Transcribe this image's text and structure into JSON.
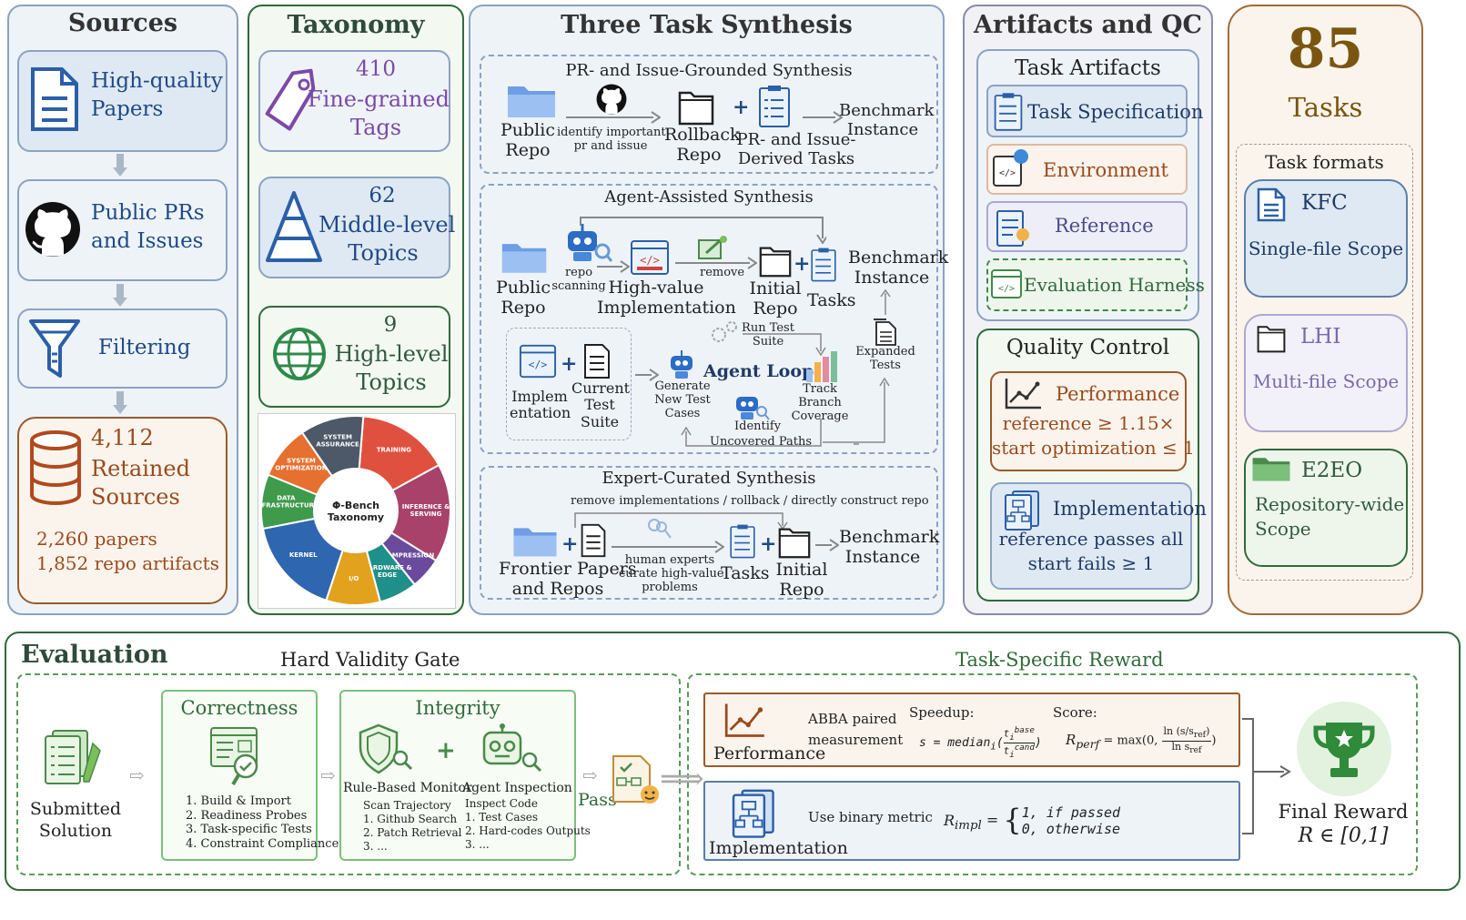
{
  "sources": {
    "title": "Sources",
    "papers": "High-quality\nPapers",
    "prs": "Public PRs\nand Issues",
    "filtering": "Filtering",
    "retained_count": "4,112",
    "retained_label": "Retained\nSources",
    "papers_count": "2,260 papers",
    "repo_count": "1,852 repo artifacts"
  },
  "taxonomy": {
    "title": "Taxonomy",
    "tags_num": "410",
    "tags_label": "Fine-grained\nTags",
    "mid_num": "62",
    "mid_label": "Middle-level\nTopics",
    "high_num": "9",
    "high_label": "High-level\nTopics",
    "wheel_center": "Φ-Bench\nTaxonomy",
    "wheel_segments": [
      "TRAINING",
      "INFERENCE & SERVING",
      "COMPRESSION",
      "HARDWARE & EDGE",
      "I/O",
      "KERNEL",
      "DATA INFRASTRUCTURE",
      "SYSTEM OPTIMIZATION",
      "SYSTEM ASSURANCE"
    ],
    "wheel_colors": [
      "#e0503f",
      "#a8426b",
      "#6a4a9c",
      "#1f8f8a",
      "#e2a21d",
      "#2f66b0",
      "#3f9a4c",
      "#e6702f",
      "#4d5968"
    ],
    "wheel_values": [
      1.45,
      1.55,
      0.5,
      0.6,
      0.85,
      1.55,
      0.85,
      0.85,
      1.0
    ]
  },
  "synthesis": {
    "title": "Three Task Synthesis",
    "pr": {
      "title": "PR- and Issue-Grounded Synthesis",
      "public_repo": "Public\nRepo",
      "identify": "identify important\npr and issue",
      "rollback": "Rollback\nRepo",
      "derived": "PR- and Issue-\nDerived Tasks",
      "bench": "Benchmark\nInstance"
    },
    "agent": {
      "title": "Agent-Assisted Synthesis",
      "public_repo": "Public\nRepo",
      "repo_scanning": "repo\nscanning",
      "high_value": "High-value\nImplementation",
      "remove": "remove",
      "initial_repo": "Initial\nRepo",
      "tasks": "Tasks",
      "bench": "Benchmark\nInstance",
      "impl": "Implem\nentation",
      "current_suite": "Current\nTest\nSuite",
      "run_suite": "Run Test\nSuite",
      "generate": "Generate\nNew Test\nCases",
      "agent_loop": "Agent Loop",
      "track": "Track\nBranch\nCoverage",
      "expanded": "Expanded\nTests",
      "identify_paths": "Identify",
      "uncovered": "Uncovered Paths"
    },
    "expert": {
      "title": "Expert-Curated Synthesis",
      "remove_line": "remove implementations / rollback / directly construct repo",
      "frontier": "Frontier Papers\nand Repos",
      "human": "human experts\ncurate high-value\nproblems",
      "tasks": "Tasks",
      "initial_repo": "Initial\nRepo",
      "bench": "Benchmark\nInstance"
    }
  },
  "artifacts": {
    "title": "Artifacts and QC",
    "task_artifacts": "Task Artifacts",
    "spec": "Task Specification",
    "env": "Environment",
    "ref": "Reference",
    "harness": "Evaluation Harness",
    "qc": "Quality Control",
    "perf_title": "Performance",
    "perf_line1": "reference ≥ 1.15×",
    "perf_line2": "start optimization ≤ 1",
    "impl_title": "Implementation",
    "impl_line1": "reference passes all",
    "impl_line2": "start fails ≥ 1"
  },
  "tasks": {
    "count": "85",
    "label": "Tasks",
    "formats": "Task formats",
    "kfc": "KFC",
    "kfc_scope": "Single-file Scope",
    "lhi": "LHI",
    "lhi_scope": "Multi-file Scope",
    "e2eo": "E2EO",
    "e2eo_scope": "Repository-wide\nScope"
  },
  "evaluation": {
    "title": "Evaluation",
    "gate": "Hard Validity Gate",
    "reward": "Task-Specific Reward",
    "submitted": "Submitted\nSolution",
    "correctness": "Correctness",
    "correctness_items": "1. Build & Import\n2. Readiness Probes\n3. Task-specific Tests\n4. Constraint Compliance",
    "integrity": "Integrity",
    "rule_monitor": "Rule-Based Monitor",
    "rule_items": "Scan Trajectory\n1. Github Search\n2. Patch Retrieval\n3. ...",
    "agent_insp": "Agent Inspection",
    "agent_items": "Inspect Code\n1. Test Cases\n2. Hard-codes Outputs\n3. ...",
    "pass": "Pass",
    "performance": "Performance",
    "abba": "ABBA paired\nmeasurement",
    "speedup": "Speedup:",
    "score": "Score:",
    "implementation": "Implementation",
    "binary": "Use binary metric",
    "final": "Final Reward",
    "final_range": "R ∈ [0,1]"
  }
}
